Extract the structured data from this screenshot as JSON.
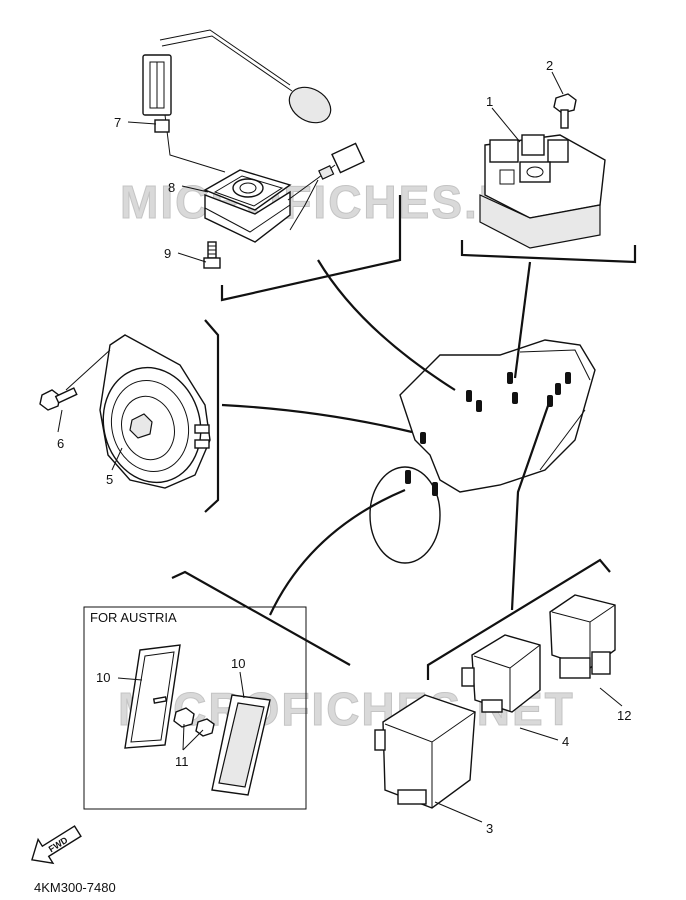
{
  "watermarks": [
    "MICROFICHES.NET",
    "MICROFICHES.NET"
  ],
  "box_label": "FOR AUSTRIA",
  "diagram_code": "4KM300-7480",
  "fwd_label": "FWD",
  "callouts": [
    {
      "id": "c1",
      "label": "1"
    },
    {
      "id": "c2",
      "label": "2"
    },
    {
      "id": "c3",
      "label": "3"
    },
    {
      "id": "c4",
      "label": "4"
    },
    {
      "id": "c5",
      "label": "5"
    },
    {
      "id": "c6",
      "label": "6"
    },
    {
      "id": "c7",
      "label": "7"
    },
    {
      "id": "c8",
      "label": "8"
    },
    {
      "id": "c9",
      "label": "9"
    },
    {
      "id": "c10a",
      "label": "10"
    },
    {
      "id": "c10b",
      "label": "10"
    },
    {
      "id": "c11",
      "label": "11"
    },
    {
      "id": "c12",
      "label": "12"
    }
  ]
}
